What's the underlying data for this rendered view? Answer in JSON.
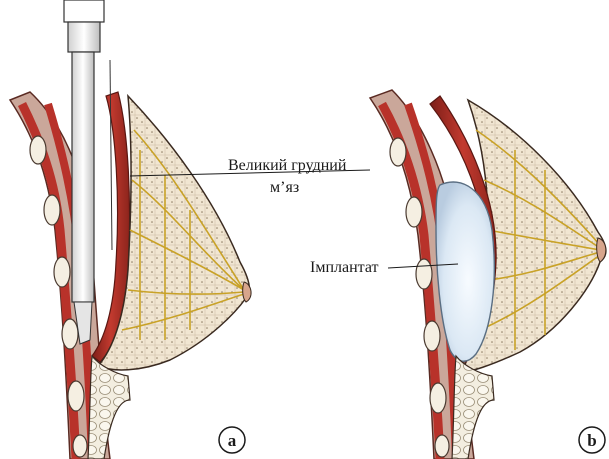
{
  "labels": {
    "muscle_line1": "Великий грудний",
    "muscle_line2": "м’яз",
    "implant": "Імплантат"
  },
  "panels": {
    "a": "a",
    "b": "b"
  },
  "colors": {
    "muscle": "#b8322a",
    "muscle_dark": "#7d1e18",
    "fat": "#f4efe0",
    "nerve": "#c9a227",
    "implant": "#dce9f5",
    "skin": "#e8c9a8"
  }
}
